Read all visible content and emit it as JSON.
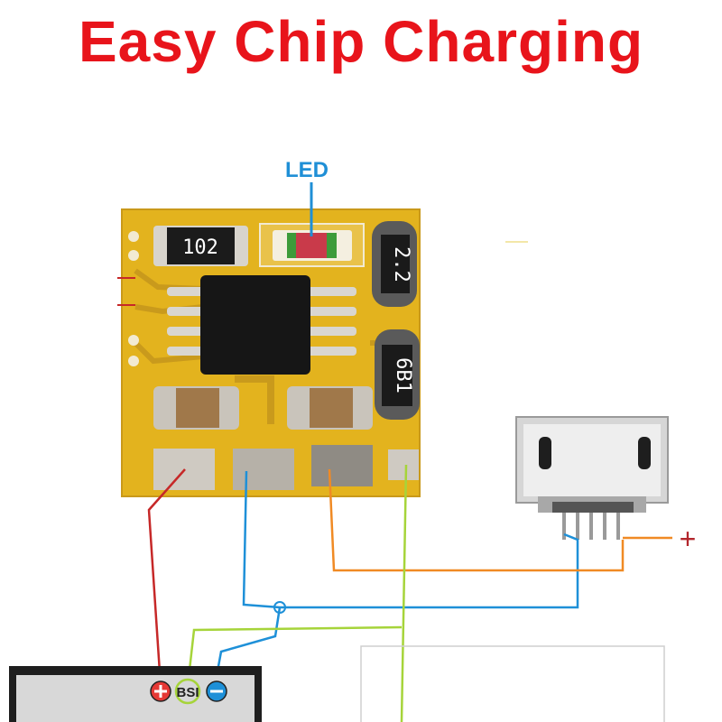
{
  "title": "Easy Chip Charging",
  "labels": {
    "led": "LED",
    "resistor_top": "102",
    "inductor": "2.2",
    "resistor_side": "6B1",
    "battery_bsi": "BSI",
    "usb_plus": "+"
  },
  "colors": {
    "title": "#e8141b",
    "pcb": "#e2b21c",
    "wire_red": "#c62828",
    "wire_blue": "#1e90d8",
    "wire_orange": "#f08a24",
    "wire_green": "#a6d43a",
    "led_label": "#1f8fd6"
  }
}
